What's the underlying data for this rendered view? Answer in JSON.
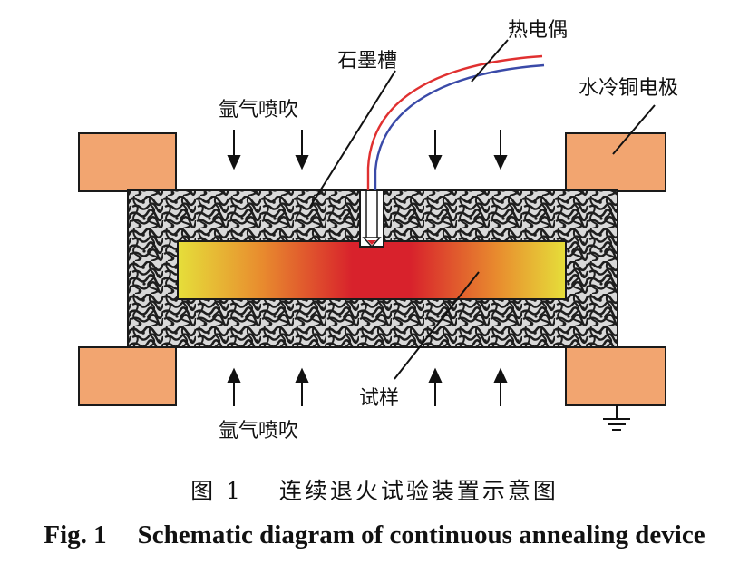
{
  "labels": {
    "thermocouple": "热电偶",
    "graphite_slot": "石墨槽",
    "water_cooled_electrode": "水冷铜电极",
    "argon_top": "氩气喷吹",
    "argon_bottom": "氩气喷吹",
    "sample": "试样"
  },
  "caption": {
    "cn_number": "图 1",
    "cn_text": "连续退火试验装置示意图",
    "en_number": "Fig. 1",
    "en_text": "Schematic diagram of continuous annealing device"
  },
  "colors": {
    "electrode": "#f2a570",
    "electrode_border": "#1a1a1a",
    "graphite_dark": "#1e1e1e",
    "graphite_light": "#d9d9d9",
    "sample_edge": "#e6df3a",
    "sample_center": "#d8222c",
    "thermocouple_red": "#e03030",
    "thermocouple_blue": "#3a4aa8"
  },
  "icons": [
    "arrow-down-icon",
    "arrow-up-icon",
    "ground-icon"
  ]
}
